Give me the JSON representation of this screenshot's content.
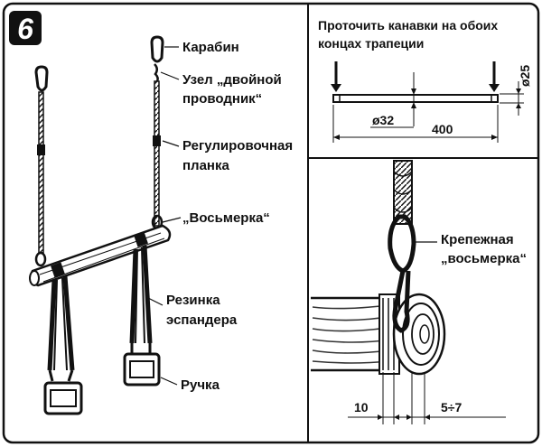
{
  "figure_number": "6",
  "main_labels": {
    "carabiner": "Карабин",
    "double_knot_line1": "Узел „двойной",
    "double_knot_line2": "проводник“",
    "adjust_line1": "Регулировочная",
    "adjust_line2": "планка",
    "figure_eight": "„Восьмерка“",
    "expander_line1": "Резинка",
    "expander_line2": "эспандера",
    "handle": "Ручка"
  },
  "top_right": {
    "title_line1": "Проточить канавки на обоих",
    "title_line2": "концах трапеции",
    "dim_diameter_small": "ø25",
    "dim_diameter_bar": "ø32",
    "dim_length": "400"
  },
  "bottom_right": {
    "label_line1": "Крепежная",
    "label_line2": "„восьмерка“",
    "dim_left": "10",
    "dim_right": "5÷7"
  },
  "colors": {
    "ink": "#111111",
    "paper": "#ffffff",
    "wood_grain": "#333333"
  }
}
